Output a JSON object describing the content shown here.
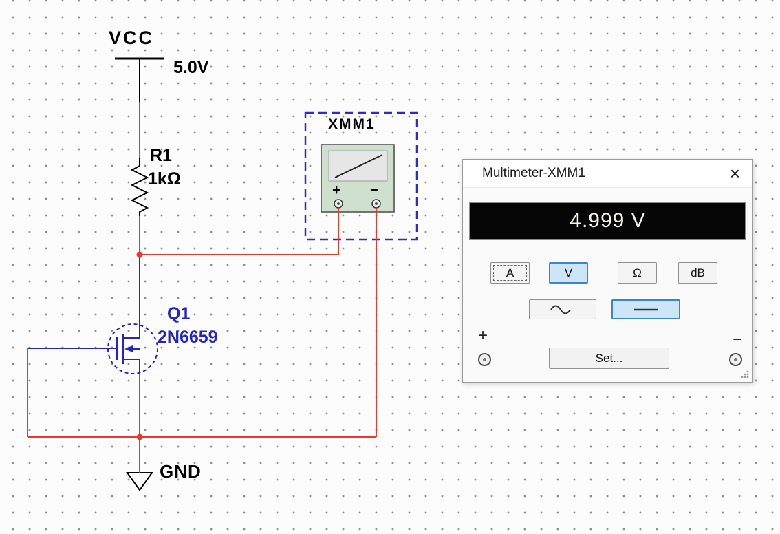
{
  "colors": {
    "wire_red": "#e8392b",
    "component_blue": "#2323c8",
    "schematic_black": "#000000",
    "grid_dot": "#8f8f8f",
    "canvas_bg": "#fcfcfc",
    "selection_box_blue": "#2b2bd0",
    "icon_panel_green": "#cfe0cf",
    "display_bg": "#050505",
    "display_text": "#f6f2e4",
    "active_button_bg": "#cde6f7",
    "active_button_border": "#3a86c8"
  },
  "schematic": {
    "power_label": "VCC",
    "power_value": "5.0V",
    "resistor_ref": "R1",
    "resistor_value": "1kΩ",
    "mosfet_ref": "Q1",
    "mosfet_part": "2N6659",
    "ground_label": "GND",
    "instrument_label": "XMM1",
    "instrument_plus": "+",
    "instrument_minus": "−"
  },
  "dialog": {
    "title": "Multimeter-XMM1",
    "close": "×",
    "display_value": "4.999 V",
    "function_buttons": [
      {
        "label": "A",
        "active": false
      },
      {
        "label": "V",
        "active": true
      },
      {
        "label": "Ω",
        "active": false
      },
      {
        "label": "dB",
        "active": false
      }
    ],
    "active_function": "V",
    "mode_ac_icon": "sine-wave",
    "mode_dc_icon": "dc-line",
    "active_mode": "DC",
    "set_button": "Set...",
    "terminal_plus": "+",
    "terminal_minus": "−"
  }
}
